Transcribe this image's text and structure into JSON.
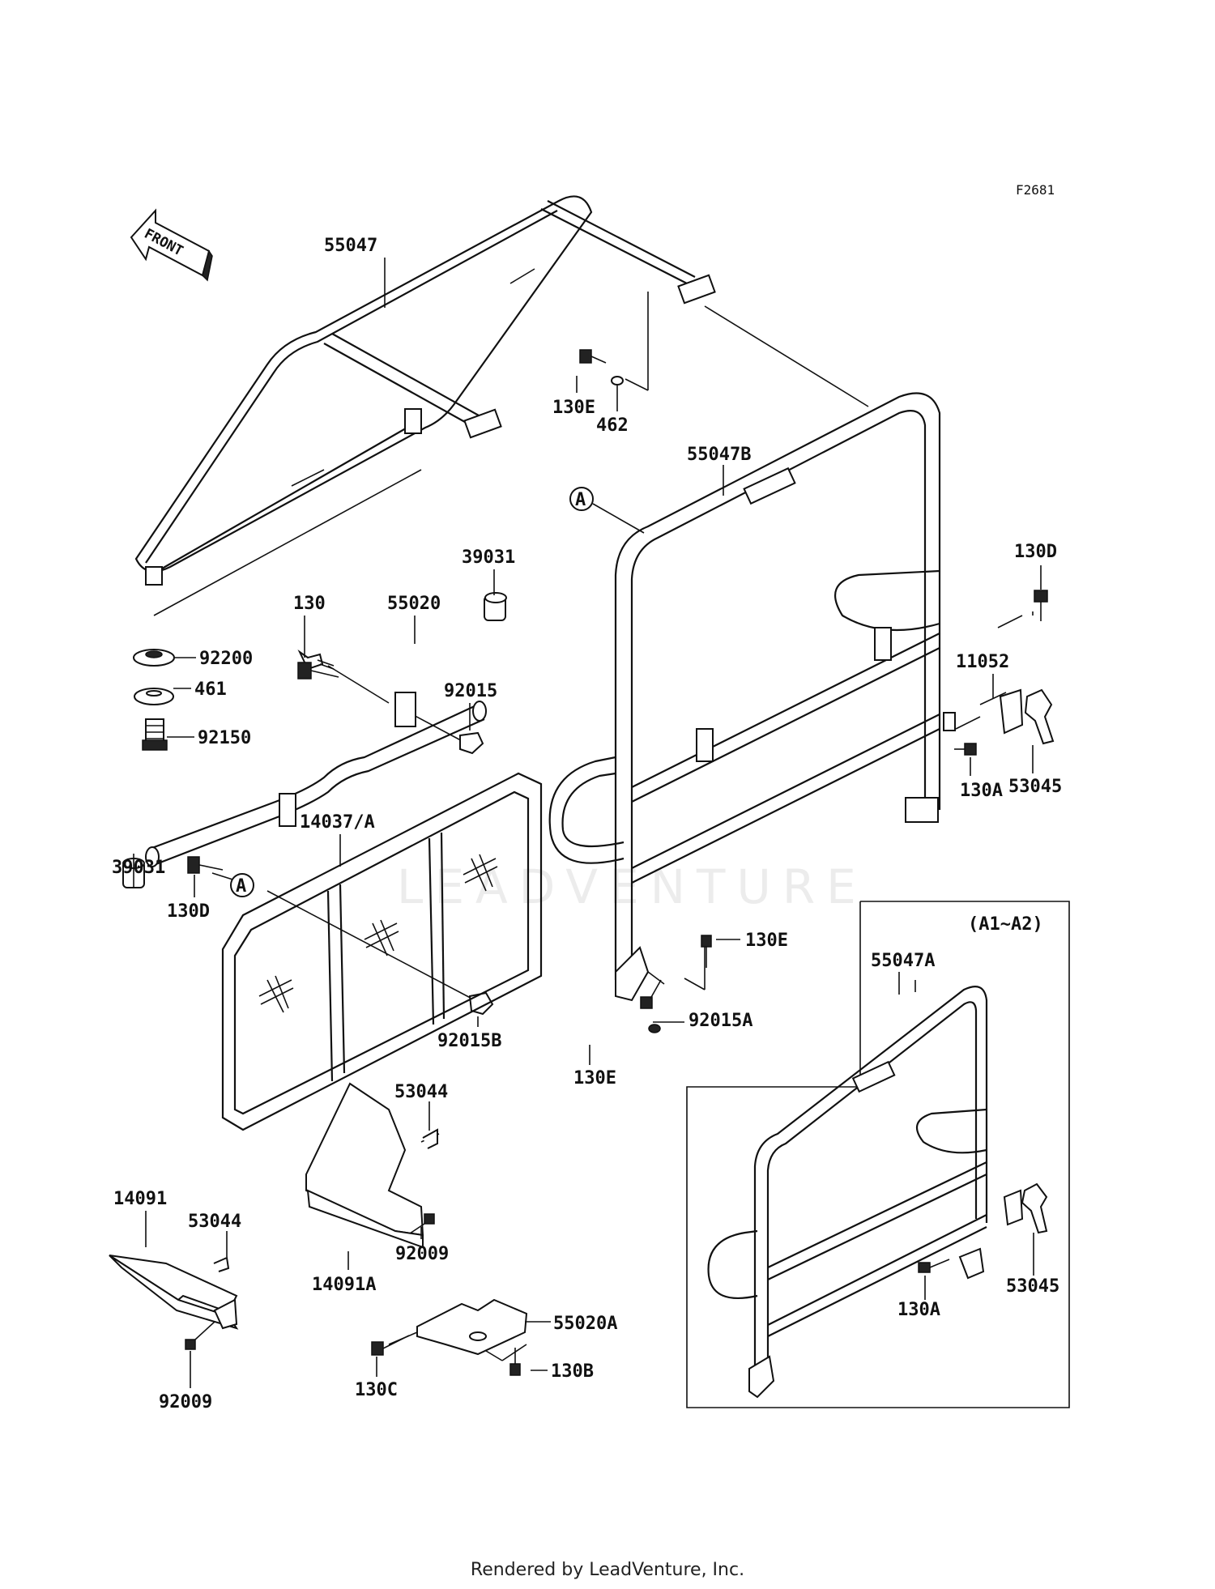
{
  "figure_code": "F2681",
  "front_label": "FRONT",
  "watermark": "LEADVENTURE",
  "footer": "Rendered by LeadVenture, Inc.",
  "inset_label": "(A1~A2)",
  "callouts": {
    "p55047": "55047",
    "p55047B": "55047B",
    "p55047A": "55047A",
    "p130E_a": "130E",
    "p462": "462",
    "p130E_b": "130E",
    "p130E_c": "130E",
    "p92015A": "92015A",
    "p130D_a": "130D",
    "p130D_b": "130D",
    "p11052": "11052",
    "p130A_a": "130A",
    "p130A_b": "130A",
    "p53045_a": "53045",
    "p53045_b": "53045",
    "p39031_a": "39031",
    "p39031_b": "39031",
    "p130": "130",
    "p55020": "55020",
    "p92015": "92015",
    "p92200": "92200",
    "p461": "461",
    "p92150": "92150",
    "p14037A": "14037/A",
    "p92015B": "92015B",
    "p53044_a": "53044",
    "p53044_b": "53044",
    "p14091": "14091",
    "p14091A": "14091A",
    "p92009_a": "92009",
    "p92009_b": "92009",
    "p55020A": "55020A",
    "p130B": "130B",
    "p130C": "130C"
  },
  "ref_markers": {
    "a1": "A",
    "a2": "A"
  }
}
